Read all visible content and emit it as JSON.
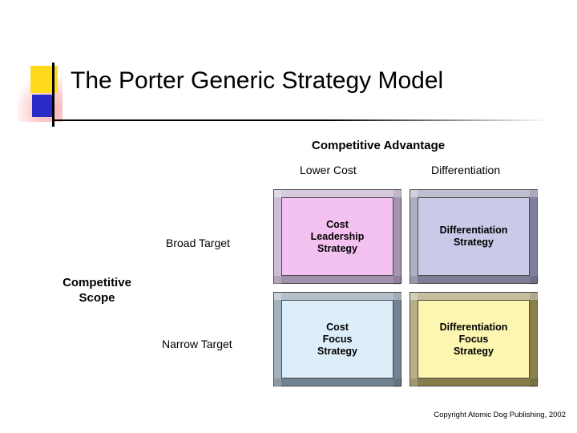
{
  "title": "The Porter Generic Strategy Model",
  "axes": {
    "top_axis_title": "Competitive Advantage",
    "top_col_left": "Lower Cost",
    "top_col_right": "Differentiation",
    "left_axis_title": "Competitive\nScope",
    "left_row_top": "Broad Target",
    "left_row_bottom": "Narrow Target"
  },
  "matrix": {
    "cells": [
      {
        "id": "cost-leadership",
        "label": "Cost\nLeadership\nStrategy",
        "face_color": "#f4c2f0",
        "block_color": "#b9a6c4"
      },
      {
        "id": "differentiation",
        "label": "Differentiation\nStrategy",
        "face_color": "#c9c9e8",
        "block_color": "#8f8fae"
      },
      {
        "id": "cost-focus",
        "label": "Cost\nFocus\nStrategy",
        "face_color": "#ddeefb",
        "block_color": "#7f94a6"
      },
      {
        "id": "differentiation-focus",
        "label": "Differentiation\nFocus\nStrategy",
        "face_color": "#fcf6b0",
        "block_color": "#9a8f55"
      }
    ]
  },
  "footer": {
    "copyright": "Copyright Atomic Dog Publishing, 2002"
  },
  "decor": {
    "yellow": "#ffd91c",
    "blue": "#2b2bc8",
    "pink": "#f8b4b4",
    "rule": "#000000"
  }
}
